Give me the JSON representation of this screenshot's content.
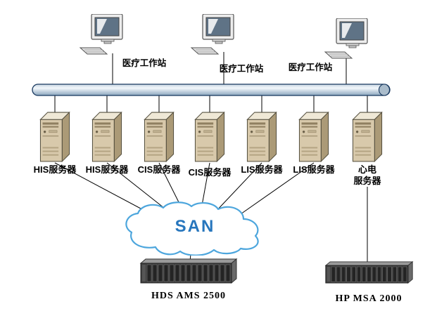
{
  "diagram": {
    "workstations": [
      {
        "label": "医疗工作站"
      },
      {
        "label": "医疗工作站"
      },
      {
        "label": "医疗工作站"
      }
    ],
    "servers": [
      {
        "label": "HIS服务器"
      },
      {
        "label": "HIS服务器"
      },
      {
        "label": "CIS服务器"
      },
      {
        "label": "CIS服务器"
      },
      {
        "label": "LIS服务器"
      },
      {
        "label": "LIS服务器"
      },
      {
        "label": "心电\n服务器"
      }
    ],
    "san": {
      "label": "SAN"
    },
    "storage_arrays": [
      {
        "label": "HDS AMS 2500"
      },
      {
        "label": "HP MSA 2000"
      }
    ],
    "colors": {
      "san_blue": "#2776bd",
      "cloud_outline": "#4da6dd",
      "bus_outline": "#17375e",
      "server_tan": "#d8c9ab"
    }
  }
}
